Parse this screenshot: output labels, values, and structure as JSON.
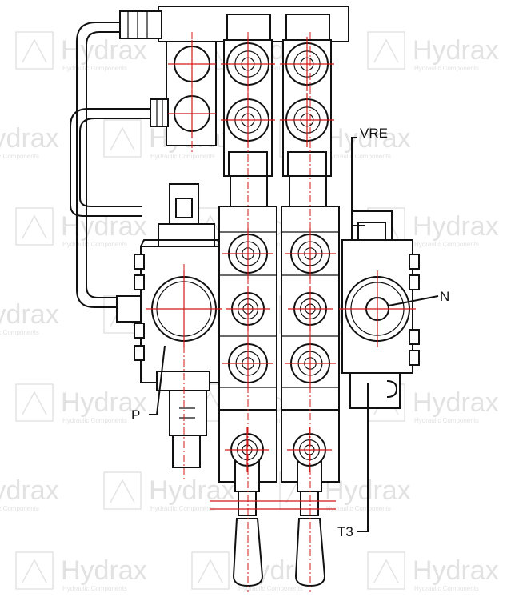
{
  "labels": {
    "vre": "VRE",
    "n": "N",
    "p": "P",
    "t3": "T3"
  },
  "watermark": {
    "brand": "Hydrax",
    "tagline": "Hydraulic Components"
  },
  "colors": {
    "outline": "#111111",
    "centerline": "#d01818",
    "watermark": "#e2e2e2"
  }
}
